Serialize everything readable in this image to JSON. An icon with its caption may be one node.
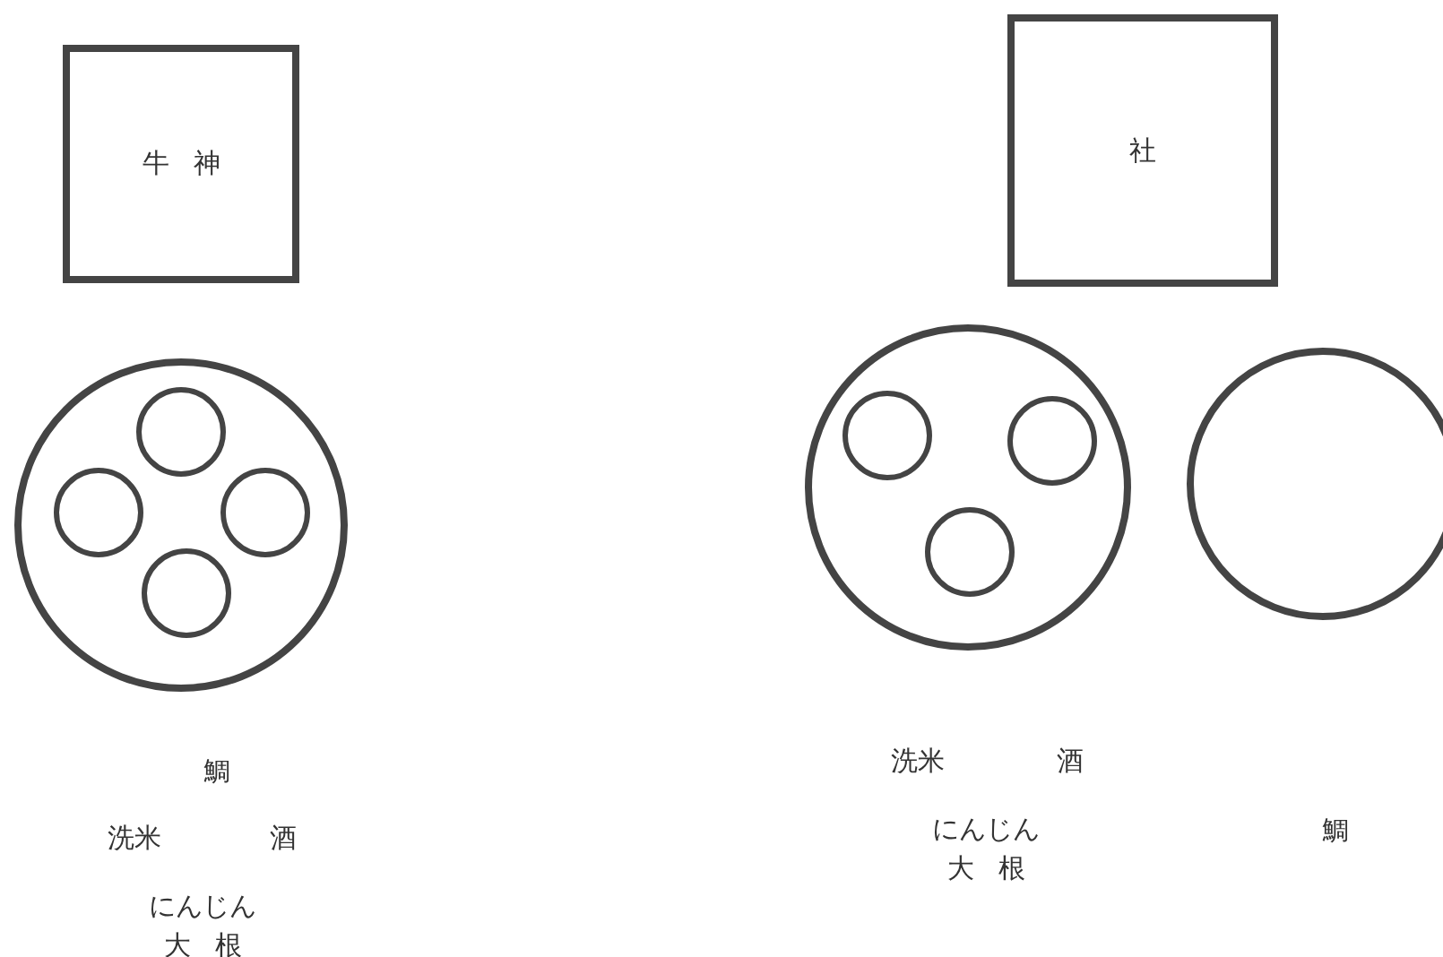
{
  "diagram": {
    "nodes": [
      {
        "text": [
          "牛神"
        ]
      },
      {
        "text": [],
        "shape": "circle"
      },
      {
        "text": [],
        "shape": "circle",
        "in": 1
      },
      {
        "text": [],
        "shape": "circle",
        "in": 1
      },
      {
        "text": [],
        "shape": "circle",
        "in": 1
      },
      {
        "text": [],
        "shape": "circle",
        "in": 1
      },
      {
        "text": [
          "社"
        ]
      },
      {
        "text": [],
        "shape": "circle"
      },
      {
        "text": [],
        "shape": "circle",
        "in": 7
      },
      {
        "text": [],
        "shape": "circle",
        "in": 7
      },
      {
        "text": [],
        "shape": "circle",
        "in": 7
      },
      {
        "text": [],
        "shape": "circle"
      }
    ],
    "labels": [
      "鯛",
      "洗米",
      "酒",
      "にんじん",
      "大根",
      "洗米",
      "酒",
      "にんじん",
      "大根",
      "鯛"
    ]
  }
}
